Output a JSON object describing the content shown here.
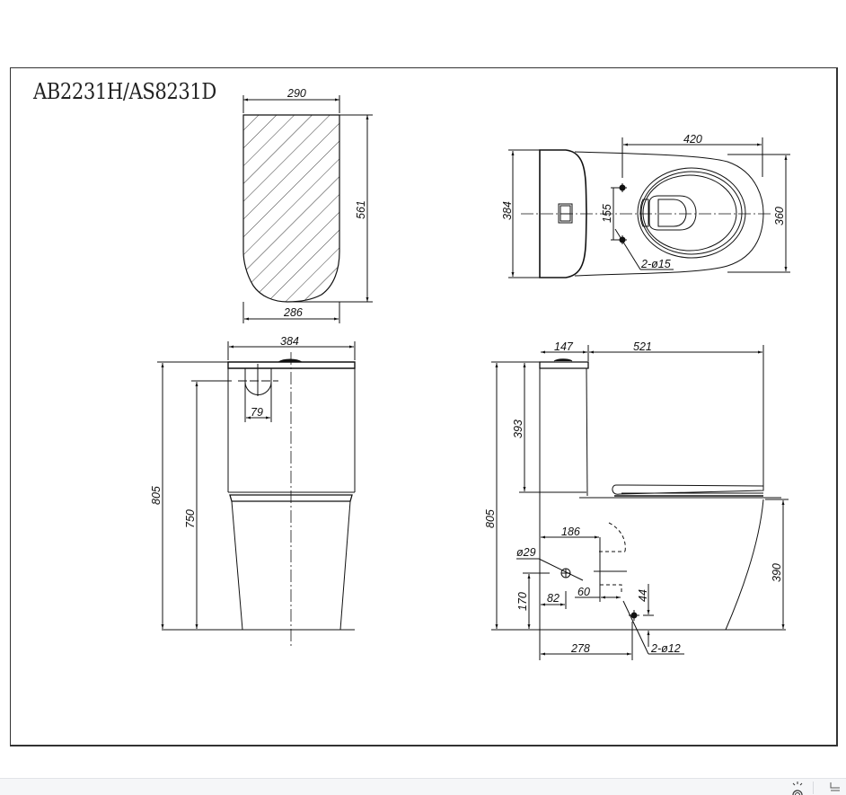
{
  "drawing": {
    "title": "AB2231H/AS8231D",
    "views": {
      "seat_plan": {
        "width_top": "290",
        "width_bottom": "286",
        "length": "561"
      },
      "top_view": {
        "bowl_length": "420",
        "overall_width": "384",
        "bowl_width": "360",
        "fixing_spacing": "155",
        "fixing_holes": "2-ø15"
      },
      "front_view": {
        "width": "384",
        "overall_height": "805",
        "inlet_height": "750",
        "button_width": "79"
      },
      "side_view": {
        "tank_depth": "147",
        "bowl_projection": "521",
        "tank_height": "393",
        "overall_height": "805",
        "bowl_height": "390",
        "outlet_offset": "186",
        "inlet_diameter": "ø29",
        "inlet_height": "170",
        "inlet_offset": "82",
        "outlet_width": "60",
        "floor_fix_height": "44",
        "floor_fix_offset": "278",
        "floor_fix_holes": "2-ø12"
      }
    }
  },
  "statusbar": {
    "icons": [
      "brightness-icon",
      "page-layout-icon"
    ]
  }
}
